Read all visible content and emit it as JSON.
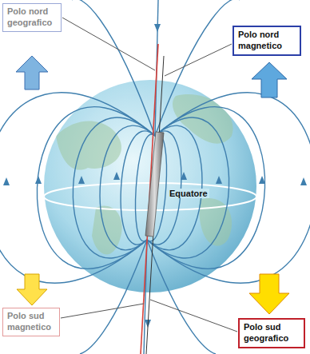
{
  "diagram": {
    "nodes": [
      {
        "text": [
          "Polo nord geografico"
        ]
      },
      {
        "text": [
          "Polo nord magnetico"
        ]
      },
      {
        "text": [
          "Polo sud magnetico"
        ]
      },
      {
        "text": [
          "Polo sud geografico"
        ]
      }
    ],
    "labels": [
      "Equatore"
    ]
  }
}
